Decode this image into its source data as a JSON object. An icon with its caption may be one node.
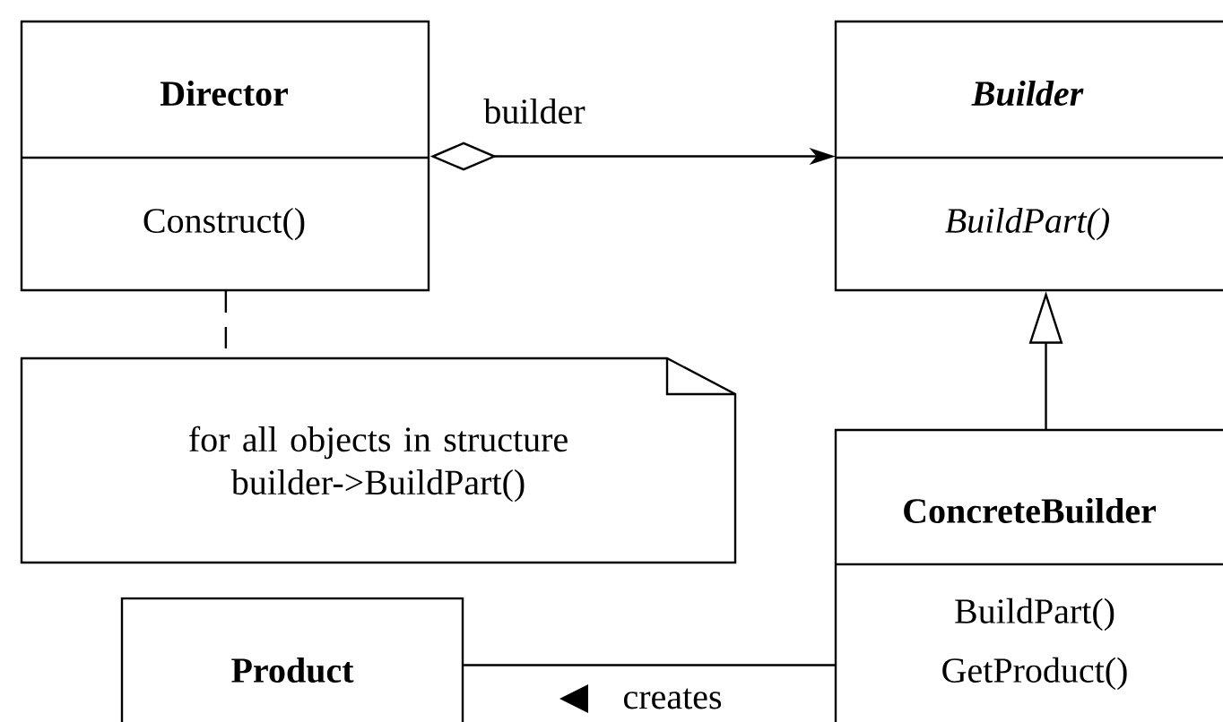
{
  "diagram": {
    "nodes": [
      {
        "text": [
          "Director",
          "Construct()"
        ]
      },
      {
        "text": [
          "Builder",
          "BuildPart()"
        ]
      },
      {
        "text": [
          "for all objects in structure builder->BuildPart()"
        ]
      },
      {
        "text": [
          "ConcreteBuilder",
          "BuildPart()",
          "GetProduct()"
        ]
      },
      {
        "text": [
          "Product"
        ]
      }
    ],
    "edges": [
      {
        "from": 0,
        "to": 1,
        "arrow": "to",
        "label": "builder"
      },
      {
        "from": 3,
        "to": 1,
        "arrow": "to"
      },
      {
        "from": 0,
        "to": 2,
        "arrow": "none",
        "style": "dashed"
      },
      {
        "from": 3,
        "to": 4,
        "arrow": "none",
        "label": "creates"
      }
    ]
  }
}
